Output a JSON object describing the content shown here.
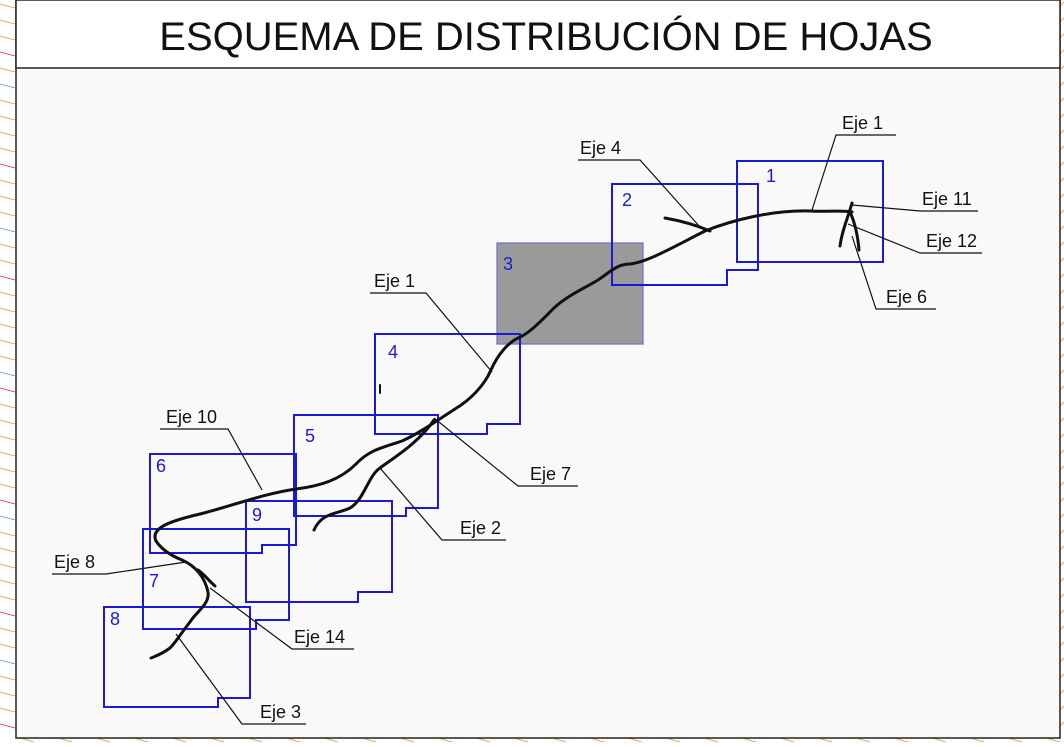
{
  "title": "ESQUEMA DE DISTRIBUCIÓN DE HOJAS",
  "colors": {
    "sheet_outline": "#1a1ad6",
    "sheet_number": "#1a1ad6",
    "highlight_fill": "#9a9a9a",
    "axis_line": "#111111",
    "label_text": "#111111",
    "frame_background": "#f9f9f9",
    "edge_lines": [
      "#e8932f",
      "#d42b2b",
      "#5a8fd6"
    ]
  },
  "sheets": [
    {
      "number": "1",
      "highlighted": false
    },
    {
      "number": "2",
      "highlighted": false
    },
    {
      "number": "3",
      "highlighted": true
    },
    {
      "number": "4",
      "highlighted": false
    },
    {
      "number": "5",
      "highlighted": false
    },
    {
      "number": "6",
      "highlighted": false
    },
    {
      "number": "7",
      "highlighted": false
    },
    {
      "number": "8",
      "highlighted": false
    },
    {
      "number": "9",
      "highlighted": false
    }
  ],
  "labels": [
    {
      "id": "eje-1-top",
      "text": "Eje 1"
    },
    {
      "id": "eje-4",
      "text": "Eje 4"
    },
    {
      "id": "eje-11",
      "text": "Eje 11"
    },
    {
      "id": "eje-12",
      "text": "Eje 12"
    },
    {
      "id": "eje-6",
      "text": "Eje 6"
    },
    {
      "id": "eje-1-mid",
      "text": "Eje 1"
    },
    {
      "id": "eje-10",
      "text": "Eje 10"
    },
    {
      "id": "eje-7",
      "text": "Eje 7"
    },
    {
      "id": "eje-2",
      "text": "Eje 2"
    },
    {
      "id": "eje-8",
      "text": "Eje 8"
    },
    {
      "id": "eje-14",
      "text": "Eje 14"
    },
    {
      "id": "eje-3",
      "text": "Eje 3"
    }
  ]
}
